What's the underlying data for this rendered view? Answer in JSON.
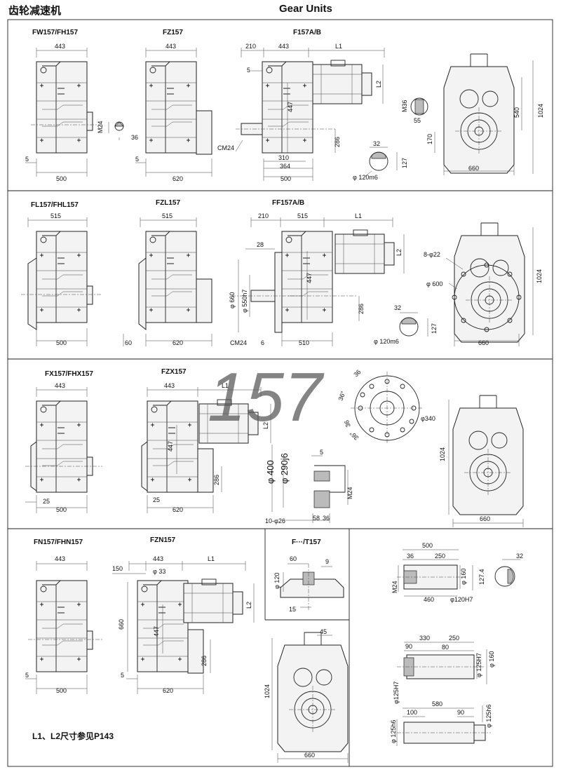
{
  "header": {
    "title_cn": "齿轮减速机",
    "title_en": "Gear Units"
  },
  "watermark": "157",
  "note": "L1、L2尺寸参见P143",
  "rows": [
    {
      "titles": [
        "FW157/FH157",
        "FZ157",
        "F157A/B"
      ],
      "d": {
        "w443a": "443",
        "w443b": "443",
        "w443c": "443",
        "w210": "210",
        "L1": "L1",
        "L2": "L2",
        "m24": "M24",
        "d36": "36",
        "d5a": "5",
        "d5b": "5",
        "d5c": "5",
        "w500a": "500",
        "w620": "620",
        "w500b": "500",
        "h447": "447",
        "h286": "286",
        "cm24": "CM24",
        "w310": "310",
        "w364": "364",
        "m36": "M36",
        "d55": "55",
        "d540": "540",
        "d1024": "1024",
        "d170": "170",
        "w660": "660",
        "k32": "32",
        "k127": "127",
        "phi120m6": "φ 120m6"
      }
    },
    {
      "titles": [
        "FL157/FHL157",
        "FZL157",
        "FF157A/B"
      ],
      "d": {
        "w515a": "515",
        "w515b": "515",
        "w515c": "515",
        "w210": "210",
        "L1": "L1",
        "L2": "L2",
        "d28": "28",
        "phi660": "φ 660",
        "phi550": "φ 550h7",
        "h447": "447",
        "h286": "286",
        "cm24": "CM24",
        "d6": "6",
        "w510": "510",
        "w500": "500",
        "d60": "60",
        "w620": "620",
        "phi22": "8-φ22",
        "phi600": "φ 600",
        "d1024": "1024",
        "w660": "660",
        "k32": "32",
        "k127": "127",
        "phi120m6": "φ 120m6"
      }
    },
    {
      "titles": [
        "FX157/FHX157",
        "FZX157"
      ],
      "d": {
        "w443a": "443",
        "w443b": "443",
        "L1": "L1",
        "L2": "L2",
        "h447": "447",
        "h286": "286",
        "d25a": "25",
        "d25b": "25",
        "w500": "500",
        "w620": "620",
        "a36a": "36",
        "a36b": "36°",
        "a36c": "36",
        "a36d": "36°",
        "phi340": "φ340",
        "phi400": "φ 400",
        "phi290": "φ 290j6",
        "d5": "5",
        "m24": "M24",
        "phi26": "10-φ26",
        "d58": "58",
        "d36": "36",
        "d1024": "1024",
        "w660": "660"
      }
    },
    {
      "titles": [
        "FN157/FHN157",
        "FZN157",
        "F···/T157"
      ],
      "d": {
        "w443a": "443",
        "w443b": "443",
        "L1": "L1",
        "L2": "L2",
        "d150": "150",
        "phi33": "φ 33",
        "d660": "660",
        "h447": "447",
        "h286": "286",
        "d5a": "5",
        "d5b": "5",
        "w500": "500",
        "w620": "620",
        "t60": "60",
        "t9": "9",
        "t120": "φ 120",
        "t15": "15",
        "s500": "500",
        "s36": "36",
        "s250": "250",
        "sm24": "M24",
        "s160": "φ 160",
        "s1274": "127.4",
        "s460": "460",
        "sphi120": "φ120H7",
        "s32": "32",
        "d45": "45",
        "d1024": "1024",
        "w660": "660",
        "h330": "330",
        "h250": "250",
        "h90": "90",
        "h80": "80",
        "h125h7": "φ 125H7",
        "h160": "φ 160",
        "h125h7b": "φ125H7",
        "r580": "580",
        "r100": "100",
        "r90": "90",
        "r125h6": "φ 125h6",
        "r125h6b": "φ 125h6"
      }
    }
  ]
}
